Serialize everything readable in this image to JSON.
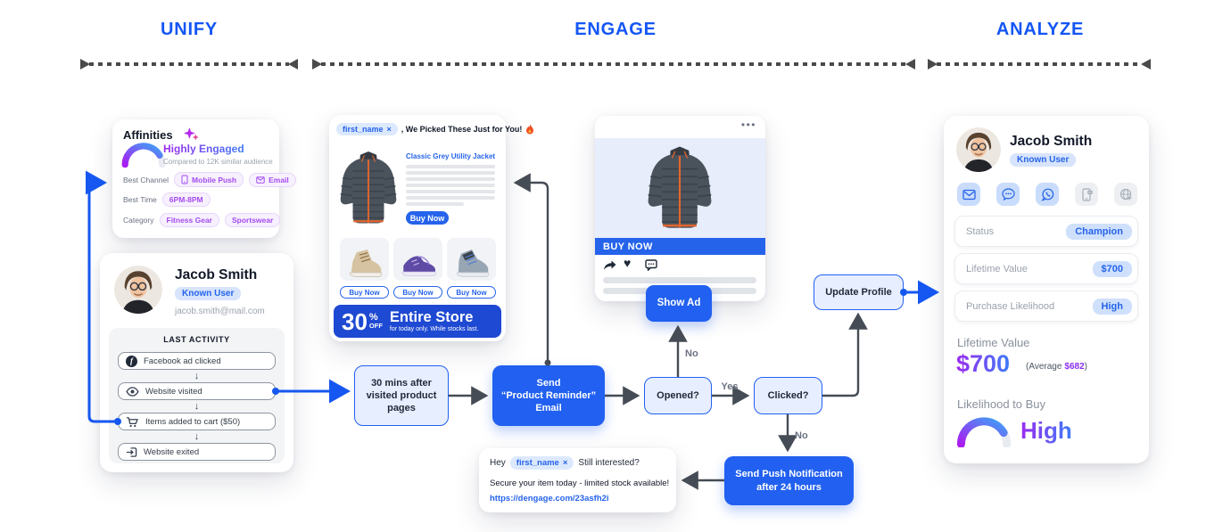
{
  "colors": {
    "primary_blue": "#2160F0",
    "cta_blue": "#2563EB",
    "deep_banner_blue": "#1E49D2",
    "stage_label_blue": "#1456F5",
    "light_blue_fill": "#E7EEFF",
    "pill_blue_bg": "#D7E4FC",
    "purple_accent": "#A34BF0",
    "gradient_start": "#9B2CF0",
    "gradient_end": "#3E7BF6",
    "connector_gray": "#454C55",
    "connector_blue": "#1557F0"
  },
  "stages": {
    "unify": "UNIFY",
    "engage": "ENGAGE",
    "analyze": "ANALYZE"
  },
  "affinities_card": {
    "title": "Affinities",
    "segment": "Highly Engaged",
    "comparison": "Compared to 12K similar audience",
    "best_channel_label": "Best Channel",
    "best_channel_pills": [
      {
        "label": "Mobile Push"
      },
      {
        "label": "Email"
      }
    ],
    "best_time_label": "Best Time",
    "best_time_pill": "6PM-8PM",
    "category_label": "Category",
    "category_pills": [
      {
        "label": "Fitness Gear"
      },
      {
        "label": "Sportswear"
      }
    ]
  },
  "customer_card": {
    "name": "Jacob Smith",
    "badge": "Known User",
    "email": "jacob.smith@mail.com",
    "activity_title": "LAST ACTIVITY",
    "activity_items": [
      {
        "label": "Facebook ad clicked"
      },
      {
        "label": "Website visited"
      },
      {
        "label": "Items added to cart ($50)"
      },
      {
        "label": "Website exited"
      }
    ],
    "step_arrow": "↓"
  },
  "email_preview": {
    "personalization_tag": "first_name",
    "tag_close": "×",
    "subject": ", We Picked These Just for You!",
    "subject_emoji": "🔥",
    "product_title": "Classic Grey Utility Jacket",
    "product_cta": "Buy Now",
    "grid_ctas": [
      "Buy Now",
      "Buy Now",
      "Buy Now"
    ],
    "banner": {
      "discount": "30",
      "percent": "%",
      "off": "OFF",
      "headline": "Entire Store",
      "subline": "for today only. While stocks last."
    }
  },
  "ad_preview": {
    "menu": "•••",
    "cta_bar": "BUY NOW",
    "show_ad": "Show Ad"
  },
  "flow": {
    "trigger": "30 mins after visited product pages",
    "send_email_line1": "Send",
    "send_email_line2": "“Product Reminder”",
    "send_email_line3": "Email",
    "opened": "Opened?",
    "clicked": "Clicked?",
    "update_profile": "Update Profile",
    "send_push": "Send Push Notification after 24 hours",
    "yes_label": "Yes",
    "no_label_opened": "No",
    "no_label_clicked": "No"
  },
  "push_preview": {
    "greeting": "Hey",
    "personalization_tag": "first_name",
    "tag_close": "×",
    "question": "Still interested?",
    "body": "Secure your item today - limited stock available!",
    "link": "https://dengage.com/23asfh2i"
  },
  "analyze_card": {
    "name": "Jacob Smith",
    "badge": "Known User",
    "stats": [
      {
        "label": "Status",
        "value": "Champion"
      },
      {
        "label": "Lifetime Value",
        "value": "$700"
      },
      {
        "label": "Purchase Likelihood",
        "value": "High"
      }
    ],
    "ltv_heading": "Lifetime Value",
    "ltv_value": "$700",
    "ltv_average_prefix": "(Average",
    "ltv_average_value": "$682",
    "ltv_average_suffix": ")",
    "likelihood_heading": "Likelihood to Buy",
    "likelihood_value": "High"
  }
}
